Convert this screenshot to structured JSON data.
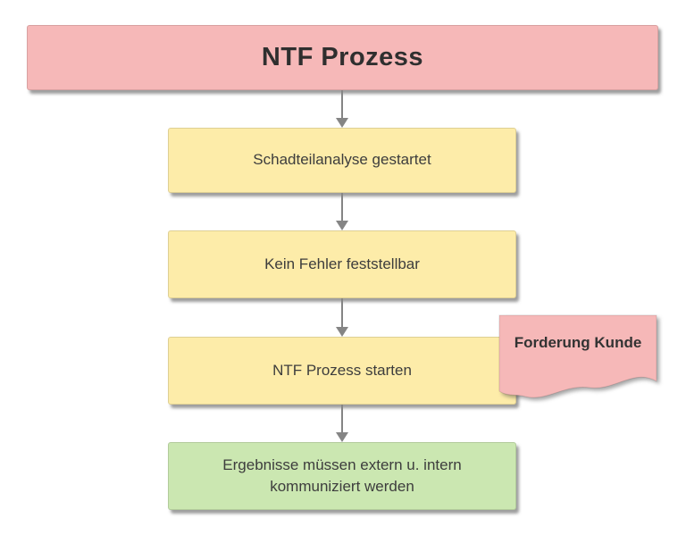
{
  "diagram": {
    "title": "NTF Prozess",
    "nodes": [
      {
        "id": "schadteilanalyse",
        "label": "Schadteilanalyse gestartet",
        "shape": "process"
      },
      {
        "id": "kein-fehler",
        "label": "Kein Fehler feststellbar",
        "shape": "process"
      },
      {
        "id": "ntf-starten",
        "label": "NTF Prozess starten",
        "shape": "process"
      },
      {
        "id": "ergebnisse",
        "label": "Ergebnisse müssen extern u. intern kommuniziert werden",
        "shape": "terminal"
      }
    ],
    "note": {
      "label": "Forderung Kunde"
    },
    "colors": {
      "title_fill": "#f6b8b8",
      "process_fill": "#fdeca9",
      "terminal_fill": "#cbe7b1",
      "note_fill": "#f6b8b8",
      "arrow": "#858585",
      "text": "#3d3d3d"
    }
  }
}
